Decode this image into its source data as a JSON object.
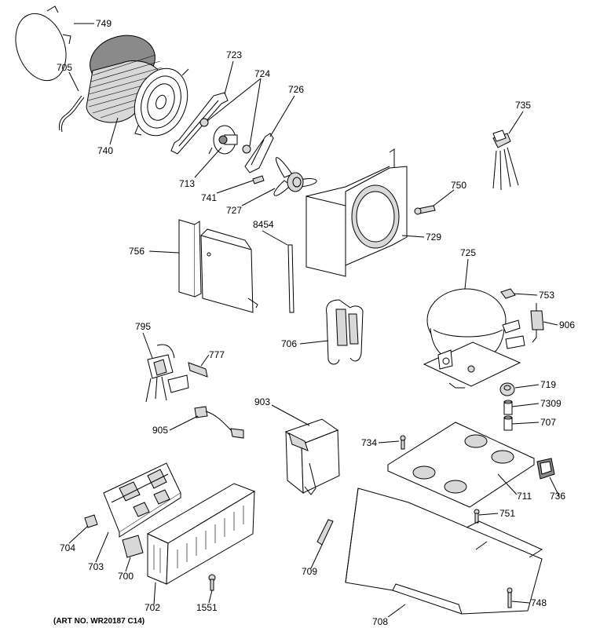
{
  "diagram": {
    "art_number": "(ART NO. WR20187 C14)",
    "parts": [
      {
        "id": "p749",
        "label": "749",
        "name": "cover"
      },
      {
        "id": "p705",
        "label": "705",
        "name": "wire"
      },
      {
        "id": "p740",
        "label": "740",
        "name": "condenser"
      },
      {
        "id": "p723",
        "label": "723",
        "name": "bracket"
      },
      {
        "id": "p724",
        "label": "724",
        "name": "grommet"
      },
      {
        "id": "p726",
        "label": "726",
        "name": "bracket"
      },
      {
        "id": "p713",
        "label": "713",
        "name": "motor"
      },
      {
        "id": "p741",
        "label": "741",
        "name": "screw"
      },
      {
        "id": "p727",
        "label": "727",
        "name": "fan-blade"
      },
      {
        "id": "p735",
        "label": "735",
        "name": "harness"
      },
      {
        "id": "p750",
        "label": "750",
        "name": "screw"
      },
      {
        "id": "p8454",
        "label": "8454",
        "name": "strip"
      },
      {
        "id": "p756",
        "label": "756",
        "name": "shield"
      },
      {
        "id": "p729",
        "label": "729",
        "name": "shroud"
      },
      {
        "id": "p725",
        "label": "725",
        "name": "compressor"
      },
      {
        "id": "p753",
        "label": "753",
        "name": "clip"
      },
      {
        "id": "p906",
        "label": "906",
        "name": "dryer"
      },
      {
        "id": "p706",
        "label": "706",
        "name": "tube"
      },
      {
        "id": "p795",
        "label": "795",
        "name": "valve"
      },
      {
        "id": "p777",
        "label": "777",
        "name": "bracket"
      },
      {
        "id": "p719",
        "label": "719",
        "name": "grommet"
      },
      {
        "id": "p7309",
        "label": "7309",
        "name": "sleeve"
      },
      {
        "id": "p707",
        "label": "707",
        "name": "spacer"
      },
      {
        "id": "p903",
        "label": "903",
        "name": "module"
      },
      {
        "id": "p905",
        "label": "905",
        "name": "harness"
      },
      {
        "id": "p734",
        "label": "734",
        "name": "screw"
      },
      {
        "id": "p711",
        "label": "711",
        "name": "base"
      },
      {
        "id": "p736",
        "label": "736",
        "name": "switch"
      },
      {
        "id": "p751",
        "label": "751",
        "name": "screw"
      },
      {
        "id": "p704",
        "label": "704",
        "name": "clip"
      },
      {
        "id": "p703",
        "label": "703",
        "name": "board"
      },
      {
        "id": "p700",
        "label": "700",
        "name": "relay"
      },
      {
        "id": "p709",
        "label": "709",
        "name": "insulation"
      },
      {
        "id": "p702",
        "label": "702",
        "name": "cover"
      },
      {
        "id": "p1551",
        "label": "1551",
        "name": "screw"
      },
      {
        "id": "p708",
        "label": "708",
        "name": "base-pan"
      },
      {
        "id": "p748",
        "label": "748",
        "name": "screw"
      }
    ]
  }
}
